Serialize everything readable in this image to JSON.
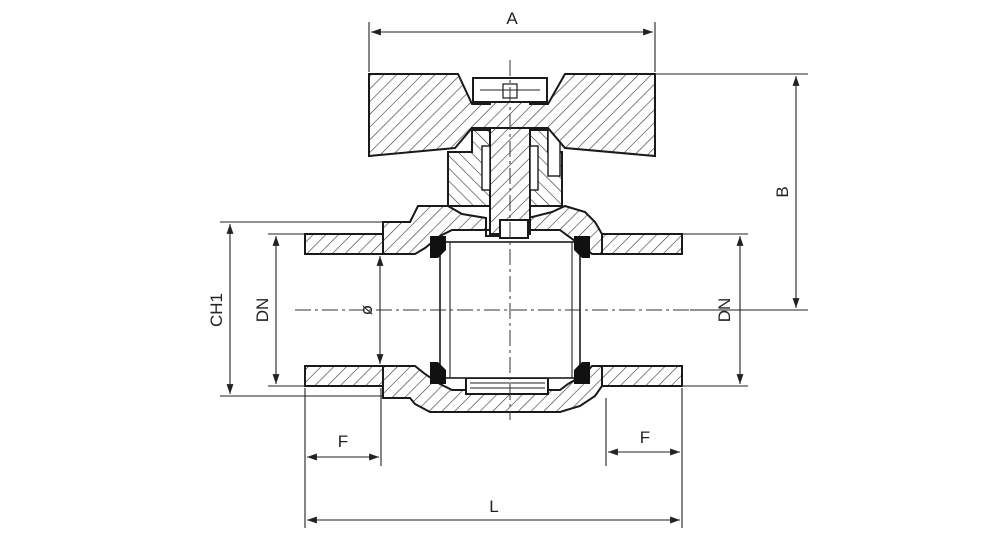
{
  "dimensions": {
    "width": "A",
    "height": "B",
    "length": "L",
    "thread_left": "F",
    "thread_right": "F",
    "hex_size": "CH1",
    "nominal_left": "DN",
    "nominal_right": "DN",
    "bore": "ø"
  },
  "colors": {
    "line": "#1a1a1a",
    "hatch": "#333333",
    "seal": "#111111",
    "background": "#ffffff"
  }
}
